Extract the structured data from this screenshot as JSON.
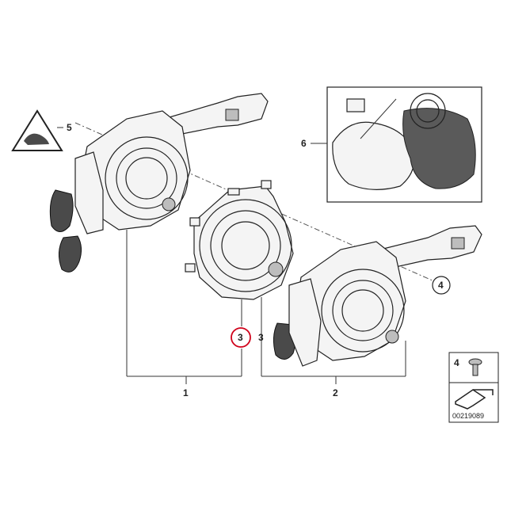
{
  "diagram": {
    "callouts": [
      {
        "id": "1",
        "text": "1"
      },
      {
        "id": "2",
        "text": "2"
      },
      {
        "id": "3a",
        "text": "3"
      },
      {
        "id": "3b",
        "text": "3"
      },
      {
        "id": "4",
        "text": "4"
      },
      {
        "id": "5",
        "text": "5"
      },
      {
        "id": "6",
        "text": "6"
      }
    ],
    "highlight_color": "#d0021b",
    "legend_box": {
      "number": "4",
      "code": "00219089"
    }
  }
}
